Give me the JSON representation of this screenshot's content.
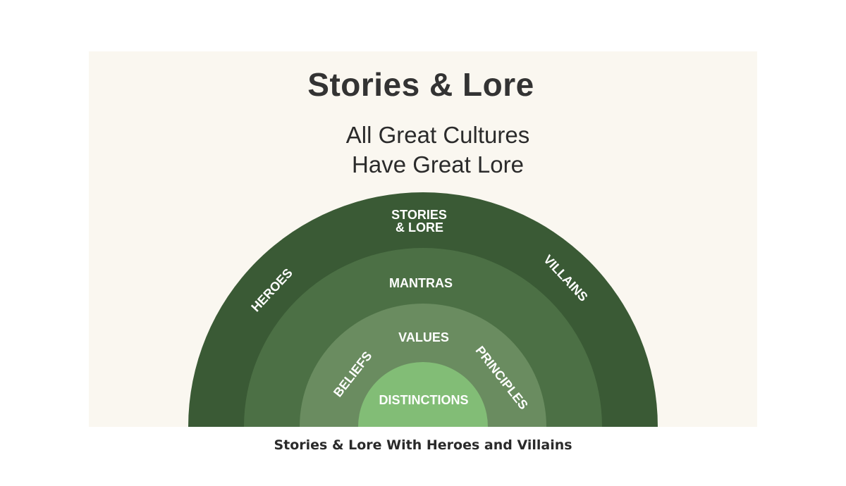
{
  "diagram": {
    "title": "Stories & Lore",
    "subtitle_lines": [
      "All Great Cultures",
      "Have Great Lore"
    ],
    "rings": {
      "outer": {
        "label_lines": [
          "STORIES",
          "& LORE"
        ],
        "left_label": "HEROES",
        "right_label": "VILLAINS",
        "color": "#3a5a35"
      },
      "second": {
        "label": "MANTRAS",
        "color": "#4c7045"
      },
      "third": {
        "label": "VALUES",
        "left_label": "BELIEFS",
        "right_label": "PRINCIPLES",
        "color": "#6a8c60"
      },
      "core": {
        "label": "DISTINCTIONS",
        "color": "#82bd76"
      }
    }
  },
  "caption": "Stories & Lore With Heroes and Villains"
}
